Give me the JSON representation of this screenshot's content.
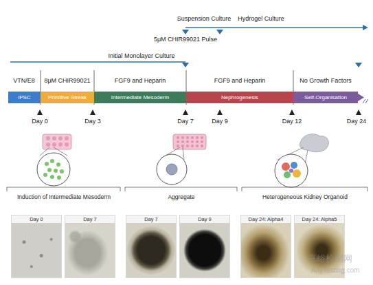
{
  "diagram": {
    "nodes": [
      {
        "text": [
          "iPSC"
        ]
      },
      {
        "text": [
          "Primitive Streak"
        ]
      },
      {
        "text": [
          "Intermediate Mesoderm"
        ]
      },
      {
        "text": [
          "Nephrogenesis"
        ]
      },
      {
        "text": [
          "Self-Organisation"
        ]
      },
      {
        "text": [
          "Day 0"
        ]
      },
      {
        "text": [
          "Day 7"
        ]
      },
      {
        "text": [
          "Day 7"
        ]
      },
      {
        "text": [
          "Day 9"
        ]
      },
      {
        "text": [
          "Day 24: Alpha4"
        ]
      },
      {
        "text": [
          "Day 24: Alpha5"
        ]
      }
    ],
    "labels": [
      "Suspension Culture",
      "Hydrogel Culture",
      "5μM CHIR99021 Pulse",
      "Initial Monolayer Culture",
      "VTN/E8",
      "8μM CHIR99021",
      "FGF9 and Heparin",
      "FGF9 and Heparin",
      "No Growth Factors",
      "Day 0",
      "Day 3",
      "Day 7",
      "Day 9",
      "Day 12",
      "Day 24",
      "Induction of Intermediate Mesoderm",
      "Aggregate",
      "Heterogeneous Kidney Organoid",
      "嘉峪检测网",
      "AnyTesting.com"
    ]
  }
}
